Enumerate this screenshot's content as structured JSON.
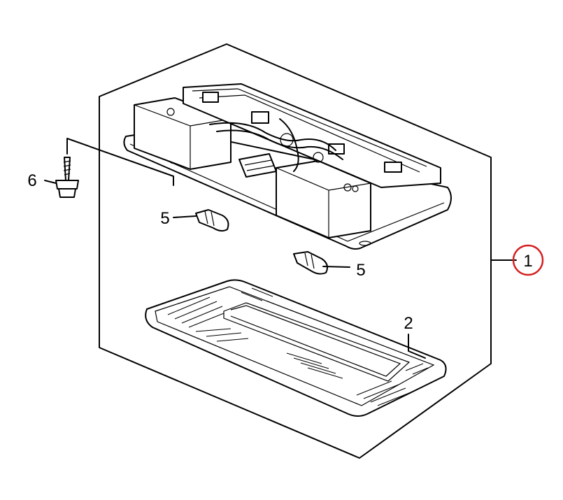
{
  "callouts": {
    "assembly": "1",
    "lens": "2",
    "bulb_left": "5",
    "bulb_right": "5",
    "screw": "6"
  },
  "colors": {
    "line": "#000000",
    "highlight_circle": "#d42020",
    "background": "#ffffff"
  }
}
